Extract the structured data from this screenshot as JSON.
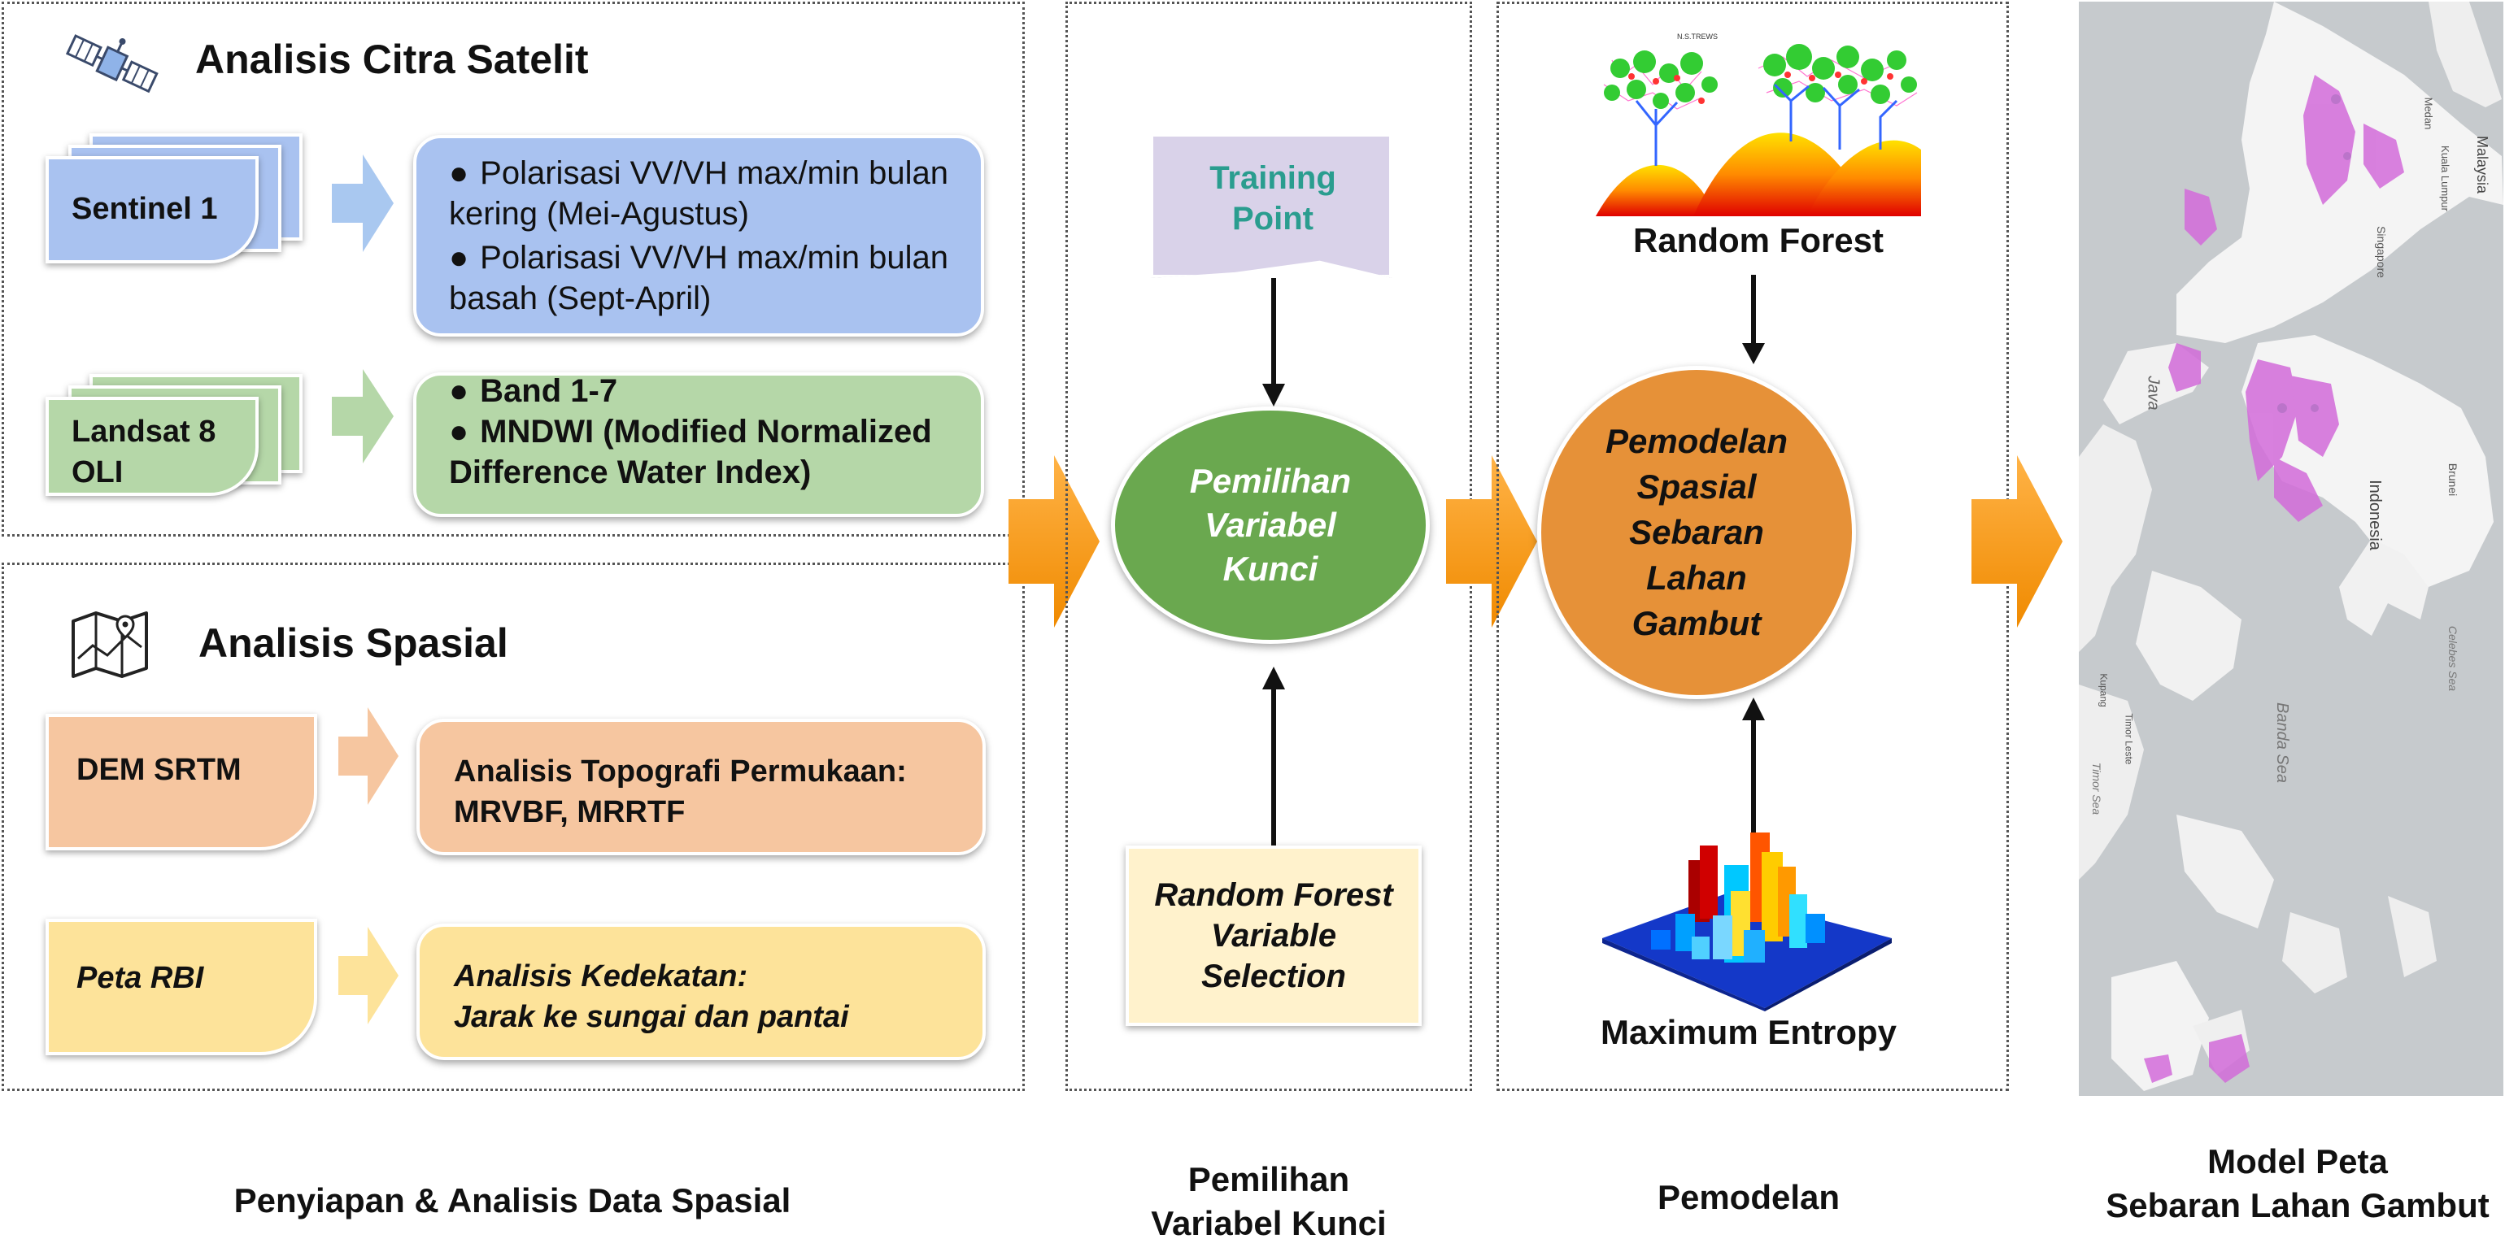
{
  "section1": {
    "title_satelit": "Analisis Citra Satelit",
    "sentinel_label": "Sentinel 1",
    "sentinel_items": [
      "Polarisasi VV/VH max/min bulan kering (Mei-Agustus)",
      "Polarisasi VV/VH max/min bulan basah (Sept-April)"
    ],
    "landsat_label": "Landsat 8 OLI",
    "landsat_items": [
      "Band 1-7",
      "MNDWI (Modified Normalized Difference Water Index)"
    ],
    "title_spasial": "Analisis Spasial",
    "dem_label": "DEM SRTM",
    "dem_text_line1": "Analisis Topografi Permukaan:",
    "dem_text_line2": "MRVBF, MRRTF",
    "rbi_label": "Peta RBI",
    "rbi_text_line1": "Analisis Kedekatan:",
    "rbi_text_line2": "Jarak ke sungai dan pantai"
  },
  "section2": {
    "training_point": "Training Point",
    "pemilihan_ellipse": "Pemilihan Variabel Kunci",
    "rf_selection": "Random Forest Variable Selection"
  },
  "section3": {
    "random_forest": "Random Forest",
    "tree_caption": "N.S.TREWS",
    "model_ellipse": "Pemodelan Spasial Sebaran Lahan Gambut",
    "max_entropy": "Maximum Entropy"
  },
  "map": {
    "labels": [
      "Malaysia",
      "Singapore",
      "Kuala Lumpur",
      "Medan",
      "Java",
      "Indonesia",
      "Brunei",
      "Banda Sea",
      "Celebes Sea",
      "Timor Sea",
      "Timor Leste",
      "Kupang"
    ]
  },
  "bottom_labels": {
    "col1": "Penyiapan & Analisis Data Spasial",
    "col2_line1": "Pemilihan",
    "col2_line2": "Variabel Kunci",
    "col3": "Pemodelan",
    "col4_line1": "Model Peta",
    "col4_line2": "Sebaran Lahan Gambut"
  },
  "colors": {
    "orange_arrow": "#f7941d",
    "green_ellipse": "#6aa84f",
    "orange_ellipse": "#e69138",
    "teal_text": "#2a9d8f",
    "peat_magenta": "#d26bd9"
  }
}
